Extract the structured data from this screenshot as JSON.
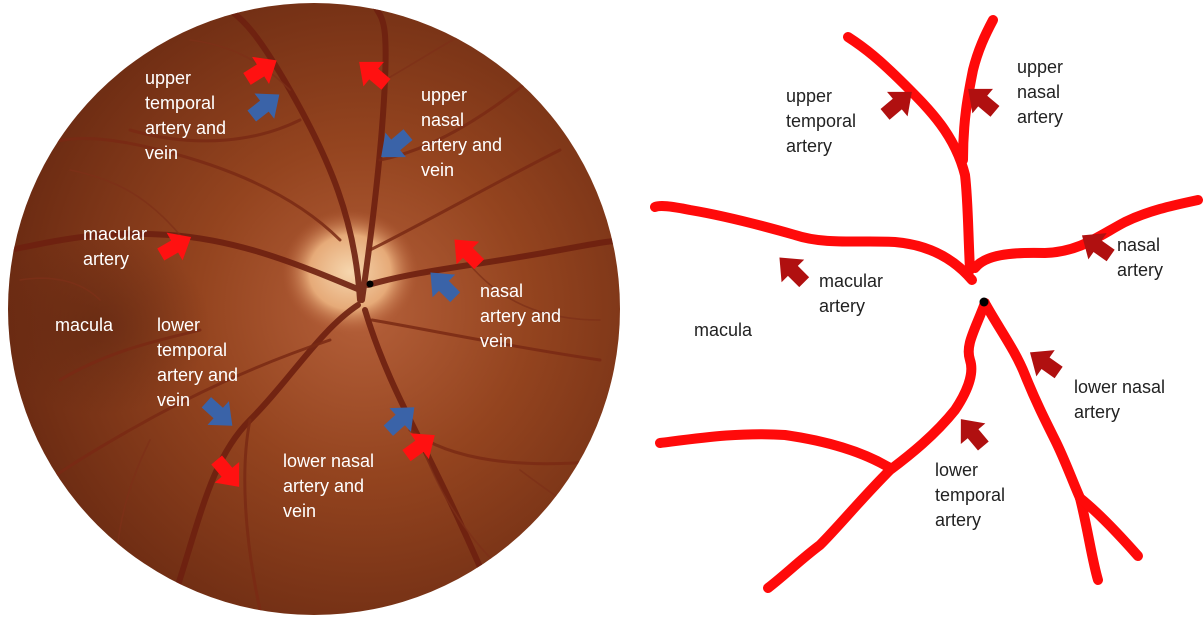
{
  "colors": {
    "artery_red": "#ff0a0a",
    "arrow_red": "#ff1111",
    "arrow_blue": "#3a63a8",
    "arrow_dark_red": "#b01010",
    "fundus_base": "#8f3f1f",
    "optic_disc": "#f1c79a",
    "label_white": "#ffffff",
    "label_dark": "#222222"
  },
  "fundus": {
    "labels": {
      "upper_temporal": [
        "upper",
        "temporal",
        "artery and",
        "vein"
      ],
      "upper_nasal": [
        "upper",
        "nasal",
        "artery and",
        "vein"
      ],
      "macular": [
        "macular",
        "artery"
      ],
      "macula": [
        "macula"
      ],
      "nasal": [
        "nasal",
        "artery and",
        "vein"
      ],
      "lower_temporal": [
        "lower",
        "temporal",
        "artery and",
        "vein"
      ],
      "lower_nasal": [
        "lower nasal",
        "artery and",
        "vein"
      ]
    }
  },
  "schematic": {
    "labels": {
      "upper_temporal": [
        "upper",
        "temporal",
        "artery"
      ],
      "upper_nasal": [
        "upper",
        "nasal",
        "artery"
      ],
      "nasal": [
        "nasal",
        "artery"
      ],
      "macular": [
        "macular",
        "artery"
      ],
      "macula": [
        "macula"
      ],
      "lower_nasal": [
        "lower nasal",
        "artery"
      ],
      "lower_temporal": [
        "lower",
        "temporal",
        "artery"
      ]
    }
  }
}
